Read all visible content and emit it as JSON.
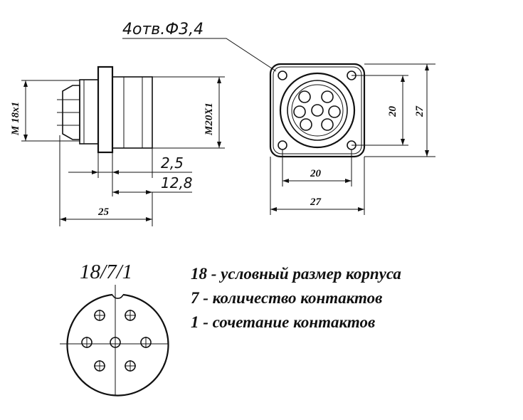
{
  "drawing": {
    "hole_callout": "4отв.Ф3,4",
    "thread_left": "M 18x1",
    "thread_right": "M20X1",
    "dim_2_5": "2,5",
    "dim_12_8": "12,8",
    "dim_25": "25",
    "dim_20_vertical": "20",
    "dim_27_vertical": "27",
    "dim_20_horizontal": "20",
    "dim_27_horizontal": "27"
  },
  "designation": {
    "code": "18/7/1",
    "legend": [
      "18 - условный размер корпуса",
      "7 - количество контактов",
      "1 - сочетание контактов"
    ]
  }
}
